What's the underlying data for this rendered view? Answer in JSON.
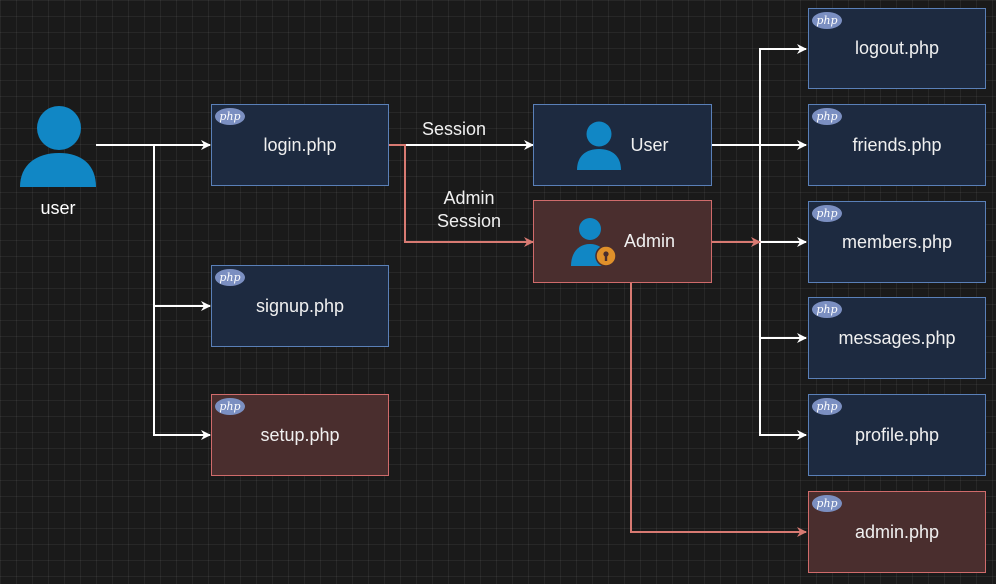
{
  "actor": {
    "label": "user"
  },
  "nodes": {
    "login": {
      "label": "login.php",
      "badge": "php"
    },
    "signup": {
      "label": "signup.php",
      "badge": "php"
    },
    "setup": {
      "label": "setup.php",
      "badge": "php"
    },
    "user_role": {
      "label": "User"
    },
    "admin_role": {
      "label": "Admin"
    },
    "logout": {
      "label": "logout.php",
      "badge": "php"
    },
    "friends": {
      "label": "friends.php",
      "badge": "php"
    },
    "members": {
      "label": "members.php",
      "badge": "php"
    },
    "messages": {
      "label": "messages.php",
      "badge": "php"
    },
    "profile": {
      "label": "profile.php",
      "badge": "php"
    },
    "admin_page": {
      "label": "admin.php",
      "badge": "php"
    }
  },
  "edges": {
    "session_label": "Session",
    "admin_session_line1": "Admin",
    "admin_session_line2": "Session"
  },
  "colors": {
    "user_border": "#5a80b8",
    "user_fill": "#1d2a40",
    "admin_border": "#d06b6b",
    "admin_fill": "#4a2e2e",
    "actor_icon": "#1187c5",
    "user_arrow": "#ffffff",
    "admin_arrow": "#d87a72"
  },
  "icons": [
    "person-icon",
    "admin-person-lock-icon",
    "php-badge-icon"
  ]
}
